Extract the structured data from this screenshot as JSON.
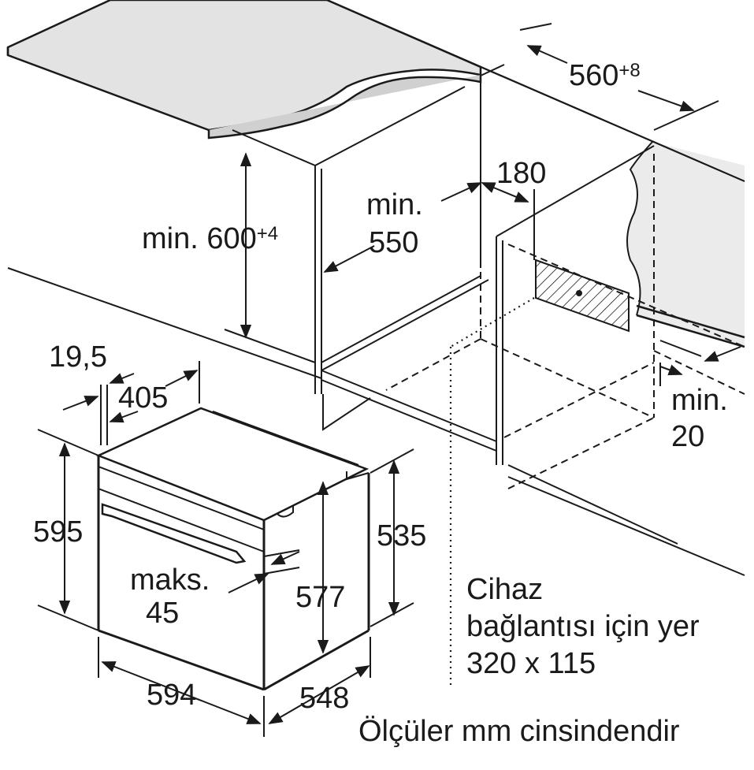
{
  "labels": {
    "width_niche_value": "560",
    "width_niche_tol": "+8",
    "height_niche_prefix": "min. 600",
    "height_niche_tol": "+4",
    "depth_min_line1": "min.",
    "depth_min_line2": "550",
    "vent_180": "180",
    "gap_min_line1": "min.",
    "gap_min_line2": "20",
    "front_offset": "19,5",
    "top_depth": "405",
    "oven_height": "595",
    "body_height": "535",
    "inner_height": "577",
    "handle_max_line1": "maks.",
    "handle_max_line2": "45",
    "oven_width": "594",
    "oven_depth": "548",
    "connection_line1": "Cihaz",
    "connection_line2": "bağlantısı için yer",
    "connection_line3": "320 x 115",
    "units_note": "Ölçüler mm cinsindendir"
  },
  "colors": {
    "line": "#1a1a1a",
    "countertop_fill": "#e3e3e3",
    "wall_fill": "#ebebeb",
    "background": "#ffffff"
  }
}
